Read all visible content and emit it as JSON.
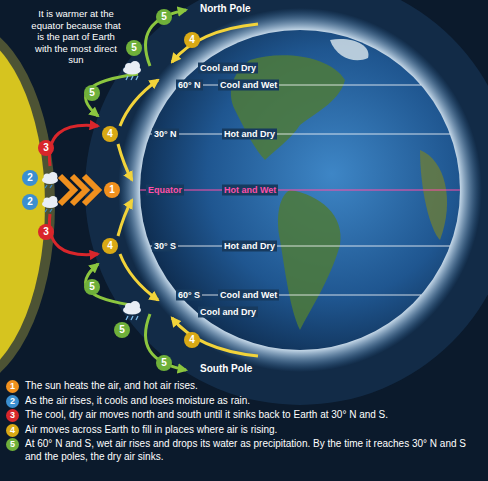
{
  "diagram": {
    "labels": [
      "It is warmer at the equator because that is the part of Earth with the most direct sun",
      "5",
      "North Pole",
      "4",
      "5",
      "Cool and Dry",
      "60° N",
      "Cool and Wet",
      "5",
      "4",
      "30° N",
      "Hot and Dry",
      "3",
      "2",
      "1",
      "Equator",
      "Hot and Wet",
      "2",
      "3",
      "4",
      "30° S",
      "Hot and Dry",
      "5",
      "60° S",
      "Cool and Wet",
      "Cool and Dry",
      "5",
      "4",
      "5",
      "South Pole",
      "1",
      "The sun heats the air, and hot air rises.",
      "2",
      "As the air rises, it cools and loses moisture as rain.",
      "3",
      "The cool, dry air moves north and south until it sinks back to Earth at 30° N and S.",
      "4",
      "Air moves across Earth to fill in places where air is rising.",
      "5",
      "At 60° N and S, wet air rises and drops its water as precipitation. By the time it reaches 30° N and S and the poles, the dry air sinks."
    ]
  }
}
